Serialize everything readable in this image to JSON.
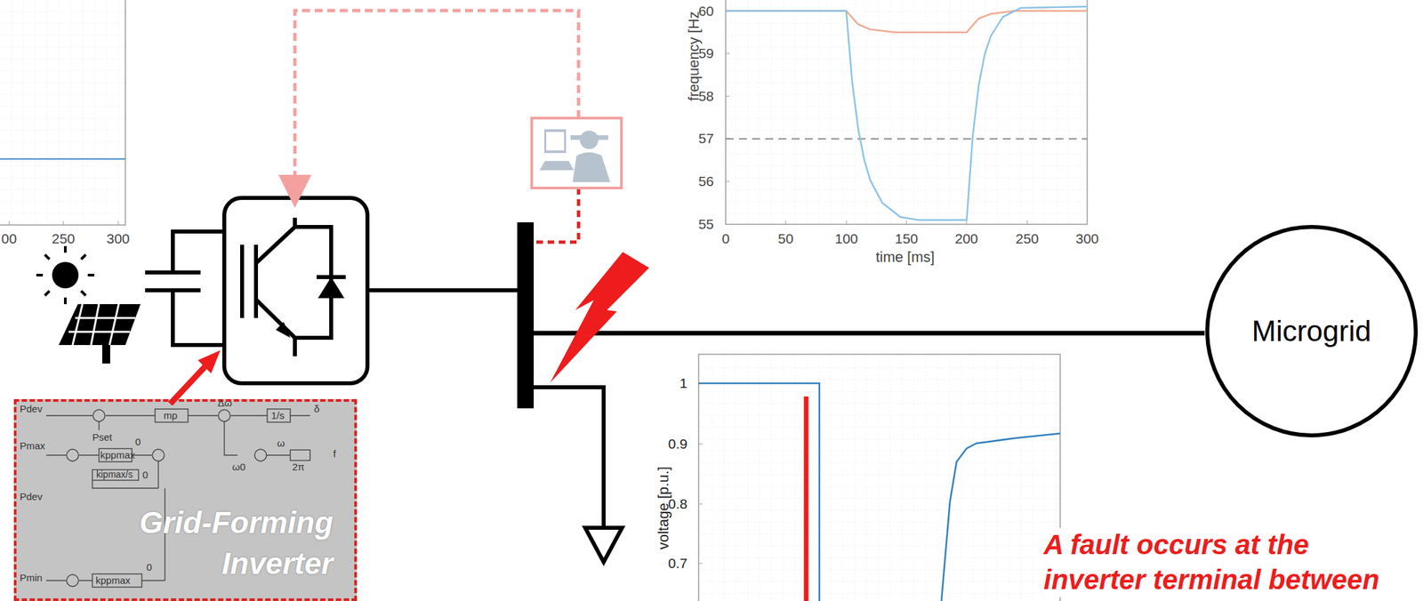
{
  "diagram": {
    "nodes": [
      {
        "text": [
          "Microgrid"
        ]
      },
      {
        "text": [
          "Grid-Forming Inverter"
        ]
      }
    ],
    "labels": [
      "00",
      "250",
      "300",
      "60",
      "59",
      "58",
      "57",
      "56",
      "55",
      "0",
      "50",
      "100",
      "150",
      "200",
      "250",
      "300",
      "time [ms]",
      "frequency [Hz",
      "1",
      "0.9",
      "0.8",
      "0.7",
      "voltage [p.u.]",
      "A fault occurs at the inverter terminal between",
      "Pdev",
      "Pset",
      "mp",
      "Δω",
      "1/s",
      "δ",
      "Pmax",
      "kppmax",
      "0",
      "ω",
      "ω0",
      "2π",
      "f",
      "kipmax/s",
      "0",
      "Pdev",
      "Pmin",
      "kppmax",
      "0"
    ]
  }
}
